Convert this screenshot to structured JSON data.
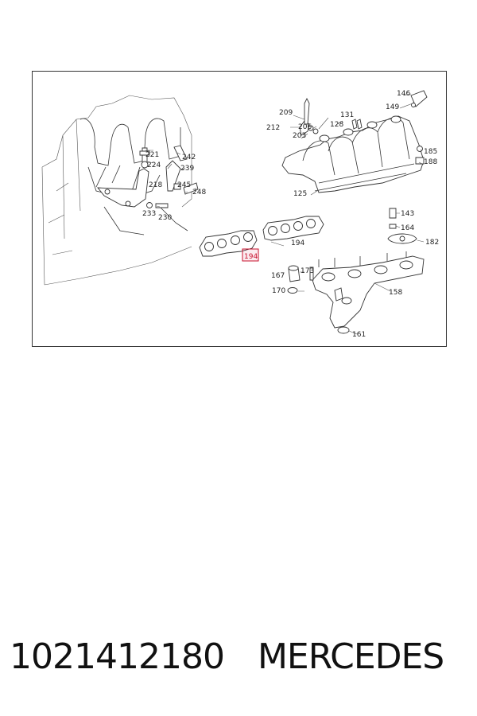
{
  "caption": {
    "part_number": "1021412180",
    "brand": "MERCEDES"
  },
  "diagram": {
    "highlight_color": "#c8102e",
    "callouts": {
      "c221": "221",
      "c224": "224",
      "c242": "242",
      "c239": "239",
      "c218": "218",
      "c245": "245",
      "c248": "248",
      "c233": "233",
      "c230": "230",
      "c209": "209",
      "c212": "212",
      "c206": "206",
      "c203": "203",
      "c131": "131",
      "c128": "128",
      "c146": "146",
      "c149": "149",
      "c185": "185",
      "c188": "188",
      "c125": "125",
      "c143": "143",
      "c164": "164",
      "c182": "182",
      "c194a": "194",
      "c194b": "194",
      "c167": "167",
      "c173": "173",
      "c170": "170",
      "c158": "158",
      "c161": "161"
    }
  }
}
